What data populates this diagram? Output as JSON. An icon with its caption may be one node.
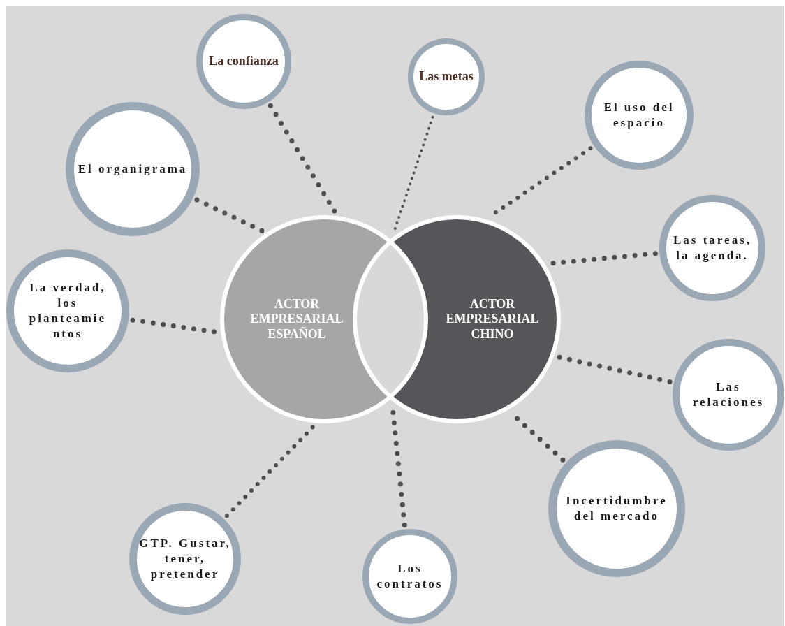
{
  "diagram": {
    "nodes": [
      {
        "text": [
          "ACTOR EMPRESARIAL ESPAÑOL"
        ]
      },
      {
        "text": [
          "ACTOR EMPRESARIAL CHINO"
        ]
      },
      {
        "text": [
          "La confianza"
        ]
      },
      {
        "text": [
          "Las metas"
        ]
      },
      {
        "text": [
          "El uso del espacio"
        ]
      },
      {
        "text": [
          "El organigrama"
        ]
      },
      {
        "text": [
          "Las tareas, la agenda."
        ]
      },
      {
        "text": [
          "La verdad, los planteamientos"
        ]
      },
      {
        "text": [
          "Las relaciones"
        ]
      },
      {
        "text": [
          "Incertidumbre del mercado"
        ]
      },
      {
        "text": [
          "GTP. Gustar, tener, pretender"
        ]
      },
      {
        "text": [
          "Los contratos"
        ]
      }
    ],
    "edges": [
      {
        "from": 2,
        "to": 0,
        "arrow": "none"
      },
      {
        "from": 3,
        "to": 1,
        "arrow": "none"
      },
      {
        "from": 4,
        "to": 1,
        "arrow": "none"
      },
      {
        "from": 5,
        "to": 0,
        "arrow": "none"
      },
      {
        "from": 6,
        "to": 1,
        "arrow": "none"
      },
      {
        "from": 7,
        "to": 0,
        "arrow": "none"
      },
      {
        "from": 8,
        "to": 1,
        "arrow": "none"
      },
      {
        "from": 9,
        "to": 1,
        "arrow": "none"
      },
      {
        "from": 10,
        "to": 0,
        "arrow": "none"
      },
      {
        "from": 11,
        "to": 1,
        "arrow": "none"
      }
    ]
  }
}
